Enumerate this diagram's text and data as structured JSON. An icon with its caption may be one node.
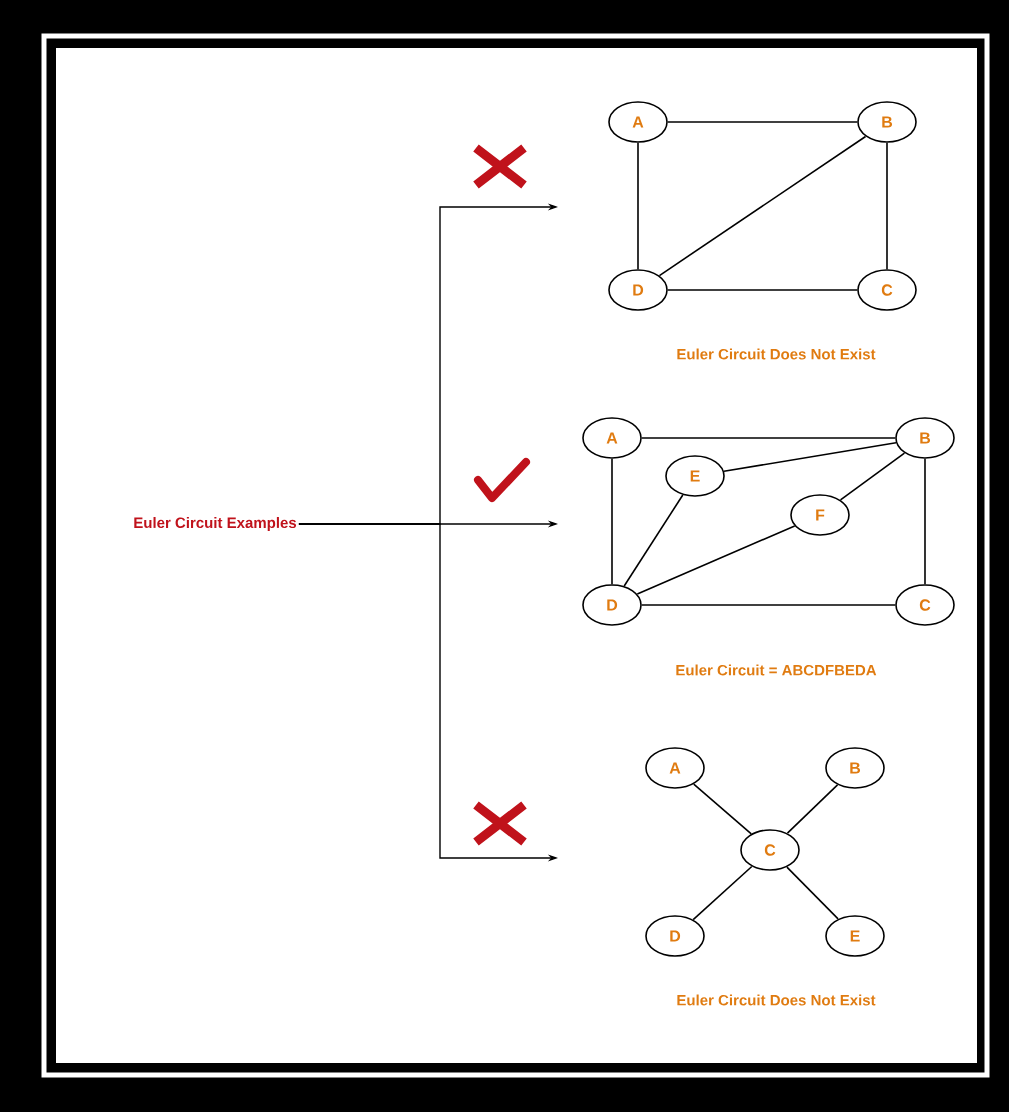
{
  "diagram": {
    "nodes": [
      {
        "text": [
          "Euler Circuit Examples"
        ]
      },
      {
        "text": [
          "A"
        ]
      },
      {
        "text": [
          "B"
        ]
      },
      {
        "text": [
          "D"
        ]
      },
      {
        "text": [
          "C"
        ]
      },
      {
        "text": [
          "A"
        ]
      },
      {
        "text": [
          "B"
        ]
      },
      {
        "text": [
          "E"
        ]
      },
      {
        "text": [
          "F"
        ]
      },
      {
        "text": [
          "D"
        ]
      },
      {
        "text": [
          "C"
        ]
      },
      {
        "text": [
          "A"
        ]
      },
      {
        "text": [
          "B"
        ]
      },
      {
        "text": [
          "C"
        ]
      },
      {
        "text": [
          "D"
        ]
      },
      {
        "text": [
          "E"
        ]
      }
    ],
    "edges": [
      {
        "from": 0,
        "to": null,
        "arrow": "to"
      },
      {
        "from": 0,
        "to": null,
        "arrow": "to"
      },
      {
        "from": 0,
        "to": null,
        "arrow": "to"
      },
      {
        "from": 1,
        "to": 2,
        "arrow": "none"
      },
      {
        "from": 1,
        "to": 3,
        "arrow": "none"
      },
      {
        "from": 2,
        "to": 3,
        "arrow": "none"
      },
      {
        "from": 2,
        "to": 4,
        "arrow": "none"
      },
      {
        "from": 3,
        "to": 4,
        "arrow": "none"
      },
      {
        "from": 5,
        "to": 6,
        "arrow": "none"
      },
      {
        "from": 5,
        "to": 9,
        "arrow": "none"
      },
      {
        "from": 6,
        "to": 7,
        "arrow": "none"
      },
      {
        "from": 6,
        "to": 8,
        "arrow": "none"
      },
      {
        "from": 6,
        "to": 10,
        "arrow": "none"
      },
      {
        "from": 7,
        "to": 9,
        "arrow": "none"
      },
      {
        "from": 8,
        "to": 9,
        "arrow": "none"
      },
      {
        "from": 9,
        "to": 10,
        "arrow": "none"
      },
      {
        "from": 11,
        "to": 13,
        "arrow": "none"
      },
      {
        "from": 12,
        "to": 13,
        "arrow": "none"
      },
      {
        "from": 13,
        "to": 14,
        "arrow": "none"
      },
      {
        "from": 13,
        "to": 15,
        "arrow": "none"
      }
    ],
    "labels": [
      "Euler Circuit Does Not Exist",
      "Euler Circuit = ABCDFBEDA",
      "Euler Circuit Does Not Exist"
    ]
  }
}
